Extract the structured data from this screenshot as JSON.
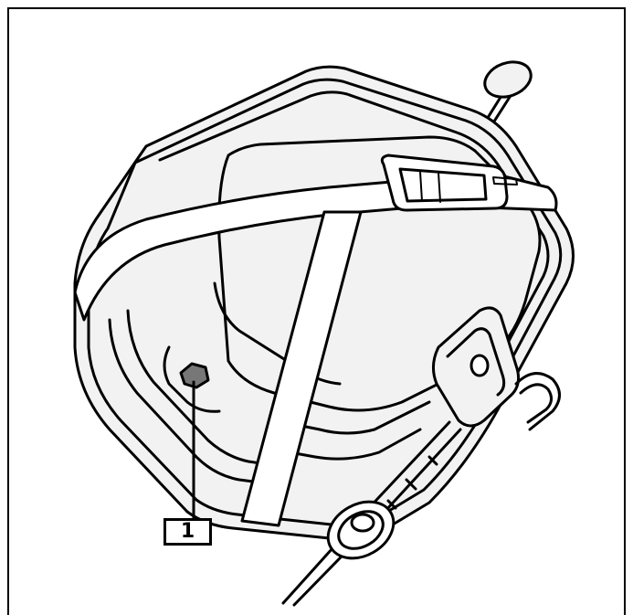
{
  "figure": {
    "callout_label": "1"
  },
  "colors": {
    "outline": "#000000",
    "fill_light": "#f2f2f2",
    "fill_white": "#ffffff",
    "marker_fill": "#777777"
  },
  "icons": [
    "case-body",
    "strap",
    "buckle",
    "hinge-pin",
    "latch-clip",
    "lanyard-cable",
    "marker"
  ]
}
